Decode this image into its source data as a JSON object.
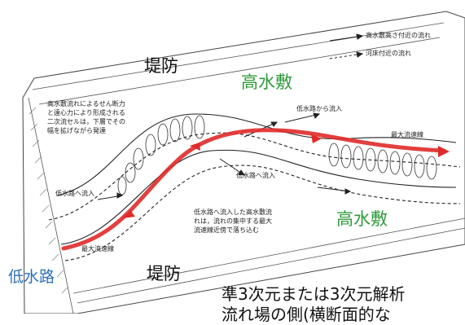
{
  "legend": {
    "high_flow": "高水敷高さ付近の流れ",
    "bed_flow": "河床付近の流れ"
  },
  "labels": {
    "levee_top": "堤防",
    "levee_bottom": "堤防",
    "floodplain_top": "高水敷",
    "floodplain_right": "高水敷",
    "low_channel": "低水路"
  },
  "annotations": {
    "shear_note": [
      "高水敷流れによるせん断力",
      "と遠心力により形成される",
      "二次流セルは，下層でその",
      "幅を拡げながら発達"
    ],
    "inflow_from_low": "低水路から流入",
    "max_velocity_right": "最大流速線",
    "to_low_channel_left": "低水路へ流入",
    "to_low_channel_mid": "低水路へ流入",
    "drop_note": [
      "低水路へ流入した高水敷流",
      "れは，流れの集中する最大",
      "流速線近傍で落ち込む"
    ],
    "max_velocity_left": "最大流速線"
  },
  "bottom_text": {
    "line1": "準3次元または3次元解析",
    "line2": "流れ場の側(横断面的な"
  },
  "colors": {
    "red_line": "#e02a2a",
    "green_text": "#2f9a3c",
    "blue_text": "#2b6fb6"
  }
}
